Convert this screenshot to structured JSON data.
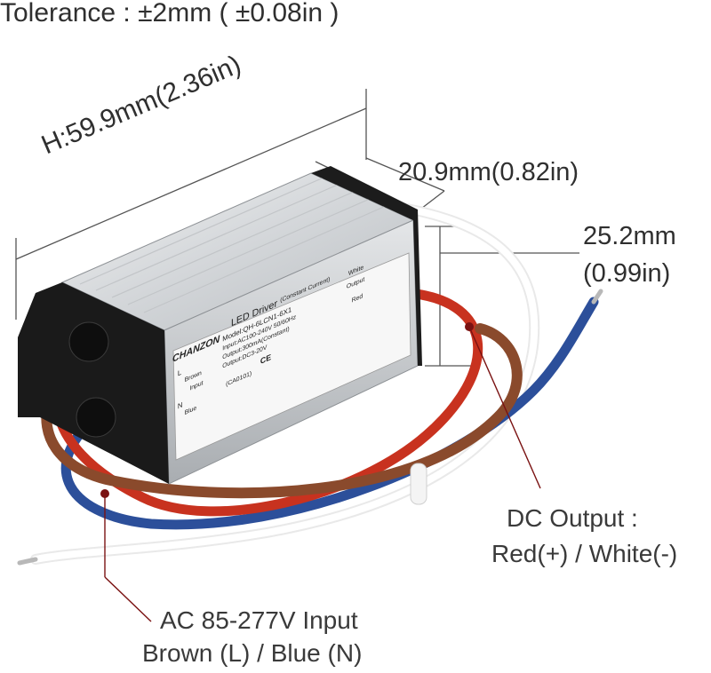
{
  "tolerance_text": "Tolerance : ±2mm ( ±0.08in )",
  "dimensions": {
    "length": "H:59.9mm(2.36in)",
    "width": "20.9mm(0.82in)",
    "height_mm": "25.2mm",
    "height_in": "(0.99in)"
  },
  "callouts": {
    "dc_output_line1": "DC Output :",
    "dc_output_line2": "Red(+) / White(-)",
    "ac_input_line1": "AC 85-277V Input",
    "ac_input_line2": "Brown (L) / Blue (N)"
  },
  "product_label": {
    "brand": "CHANZON",
    "title": "LED Driver",
    "subtitle": "(Constant Current)",
    "model": "Model:QH-6LCN1-6X1",
    "input": "Input:AC100-240V 50/60Hz",
    "output_current": "Output:300mA(Constant)",
    "output_voltage": "Output:DC3-20V",
    "code": "(CA0101)",
    "l_label": "L",
    "brown_label": "Brown",
    "input_label": "Input",
    "n_label": "N",
    "blue_label": "Blue",
    "white_label": "White",
    "output_label": "Output",
    "red_label": "Red",
    "ce_mark": "CE"
  },
  "colors": {
    "wire_red": "#c8321f",
    "wire_brown": "#8a4a2c",
    "wire_blue": "#2c4f9a",
    "wire_white": "#f2f2f2",
    "housing": "#d9dcdf",
    "callout_dot": "#7a1212"
  }
}
